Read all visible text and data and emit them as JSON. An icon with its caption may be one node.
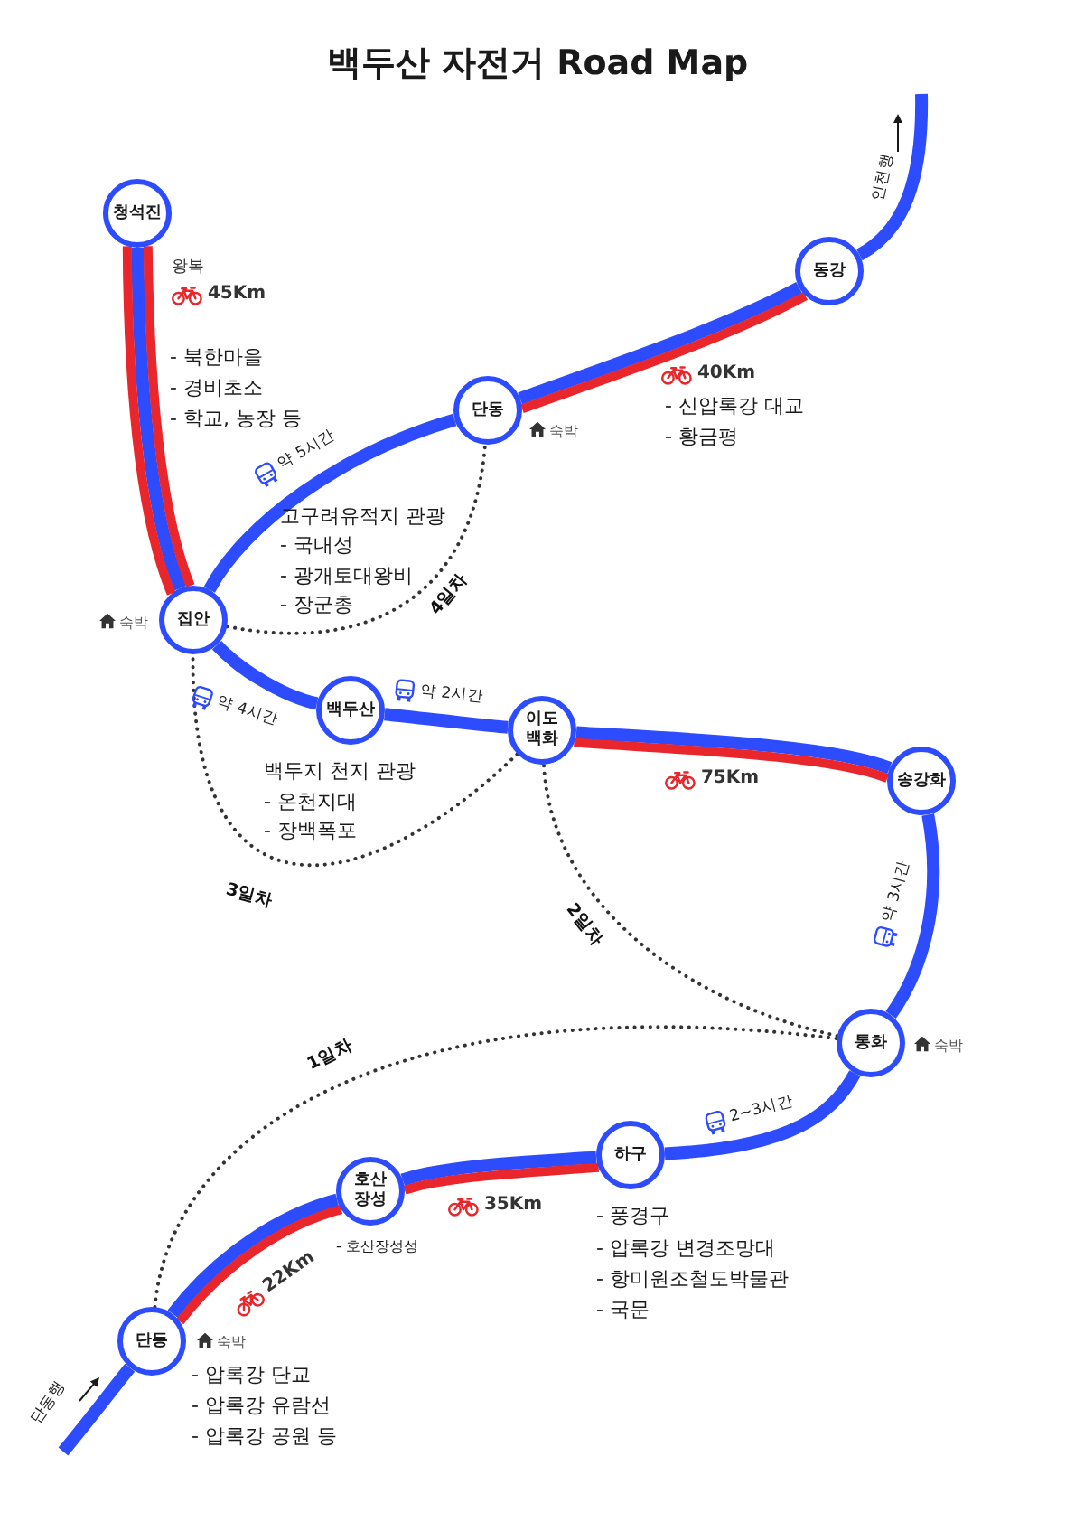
{
  "diagram": {
    "title": "백두산 자전거 Road Map",
    "nodes": [
      {
        "text": [
          "청석진"
        ]
      },
      {
        "text": [
          "단동"
        ],
        "beside": [
          "숙박"
        ]
      },
      {
        "text": [
          "동강"
        ]
      },
      {
        "text": [
          "집안"
        ],
        "beside": [
          "숙박"
        ]
      },
      {
        "text": [
          "백두산"
        ],
        "beside": [
          "백두지 천지 관광",
          "- 온천지대",
          "- 장백폭포"
        ]
      },
      {
        "text": [
          "이도 백화"
        ]
      },
      {
        "text": [
          "송강화"
        ]
      },
      {
        "text": [
          "통화"
        ],
        "beside": [
          "숙박"
        ]
      },
      {
        "text": [
          "하구"
        ],
        "beside": [
          "- 풍경구",
          "- 압록강 변경조망대",
          "- 항미원조철도박물관",
          "- 국문"
        ]
      },
      {
        "text": [
          "호산 장성"
        ],
        "beside": [
          "- 호산장성성"
        ]
      },
      {
        "text": [
          "단동"
        ],
        "beside": [
          "숙박",
          "- 압록강 단교",
          "- 압록강 유람선",
          "- 압록강 공원 등"
        ]
      }
    ],
    "edges": [
      {
        "from": 0,
        "to": 3,
        "arrow": "none"
      },
      {
        "from": 0,
        "to": 3,
        "arrow": "none",
        "color": "#e8262b"
      },
      {
        "from": 0,
        "to": 3,
        "arrow": "none",
        "label": "45Km",
        "color": "#e8262b"
      },
      {
        "from": 3,
        "to": 1,
        "arrow": "none",
        "label": "약 5시간"
      },
      {
        "from": 1,
        "to": 2,
        "arrow": "none"
      },
      {
        "from": 1,
        "to": 2,
        "arrow": "none",
        "label": "40Km",
        "color": "#e8262b"
      },
      {
        "from": 2,
        "to": null,
        "arrow": "none",
        "label": "인천행"
      },
      {
        "from": 3,
        "to": 4,
        "arrow": "none",
        "label": "약 4시간"
      },
      {
        "from": 4,
        "to": 5,
        "arrow": "none",
        "label": "약 2시간"
      },
      {
        "from": 5,
        "to": 6,
        "arrow": "none"
      },
      {
        "from": 5,
        "to": 6,
        "arrow": "none",
        "label": "75Km",
        "color": "#e8262b"
      },
      {
        "from": 6,
        "to": 7,
        "arrow": "none",
        "label": "약 3시간"
      },
      {
        "from": 7,
        "to": 8,
        "arrow": "none",
        "label": "2~3시간"
      },
      {
        "from": 8,
        "to": 9,
        "arrow": "none"
      },
      {
        "from": 8,
        "to": 9,
        "arrow": "none",
        "label": "35Km",
        "color": "#e8262b"
      },
      {
        "from": 9,
        "to": 10,
        "arrow": "none"
      },
      {
        "from": 9,
        "to": 10,
        "arrow": "none",
        "label": "22Km",
        "color": "#e8262b"
      },
      {
        "from": null,
        "to": 10,
        "arrow": "none",
        "label": "단동행"
      },
      {
        "from": 10,
        "to": 7,
        "arrow": "none",
        "label": "1일차",
        "style": "dashed",
        "color": "#333333"
      },
      {
        "from": 7,
        "to": 5,
        "arrow": "none",
        "label": "2일차",
        "style": "dashed",
        "color": "#333333"
      },
      {
        "from": 5,
        "to": 3,
        "arrow": "none",
        "label": "3일차",
        "style": "dashed",
        "color": "#333333"
      },
      {
        "from": 3,
        "to": 1,
        "arrow": "none",
        "label": "4일차",
        "style": "dashed",
        "color": "#333333"
      }
    ],
    "labels": [
      "왕복",
      "- 북한마을",
      "- 경비초소",
      "- 학교, 농장 등",
      "- 신압록강 대교",
      "- 황금평",
      "고구려유적지 관광",
      "- 국내성",
      "- 광개토대왕비",
      "- 장군총"
    ]
  }
}
